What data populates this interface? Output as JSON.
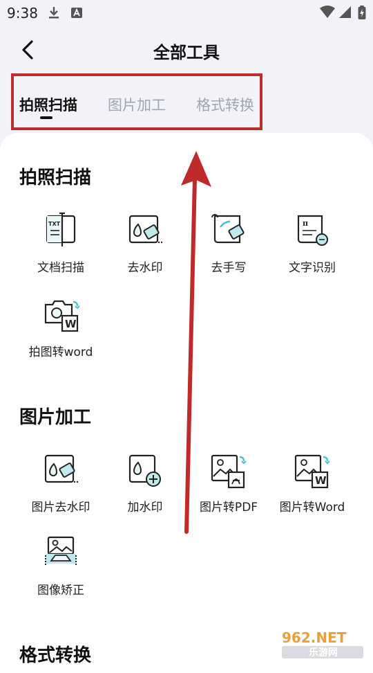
{
  "status_bar": {
    "time": "9:38",
    "icons": [
      "download-icon",
      "a-notification-icon",
      "wifi-icon",
      "signal-icon",
      "battery-charging-icon"
    ]
  },
  "header": {
    "title": "全部工具",
    "back_icon": "back-arrow-icon"
  },
  "tabs": [
    {
      "label": "拍照扫描",
      "active": true
    },
    {
      "label": "图片加工",
      "active": false
    },
    {
      "label": "格式转换",
      "active": false
    }
  ],
  "sections": [
    {
      "title": "拍照扫描",
      "tools": [
        {
          "label": "文档扫描",
          "icon": "document-scan-icon"
        },
        {
          "label": "去水印",
          "icon": "remove-watermark-icon"
        },
        {
          "label": "去手写",
          "icon": "remove-handwriting-icon"
        },
        {
          "label": "文字识别",
          "icon": "text-recognition-icon"
        },
        {
          "label": "拍图转word",
          "icon": "photo-to-word-icon"
        }
      ]
    },
    {
      "title": "图片加工",
      "tools": [
        {
          "label": "图片去水印",
          "icon": "image-remove-watermark-icon"
        },
        {
          "label": "加水印",
          "icon": "add-watermark-icon"
        },
        {
          "label": "图片转PDF",
          "icon": "image-to-pdf-icon"
        },
        {
          "label": "图片转Word",
          "icon": "image-to-word-icon"
        },
        {
          "label": "图像矫正",
          "icon": "image-correction-icon"
        }
      ]
    },
    {
      "title": "格式转换",
      "tools": []
    }
  ],
  "watermark": {
    "text_top": "962.NET",
    "text_bottom": "乐游网"
  },
  "colors": {
    "annotation_red": "#bf2a2a",
    "accent_teal": "#3fc1c9",
    "background": "#f2f3f8"
  }
}
